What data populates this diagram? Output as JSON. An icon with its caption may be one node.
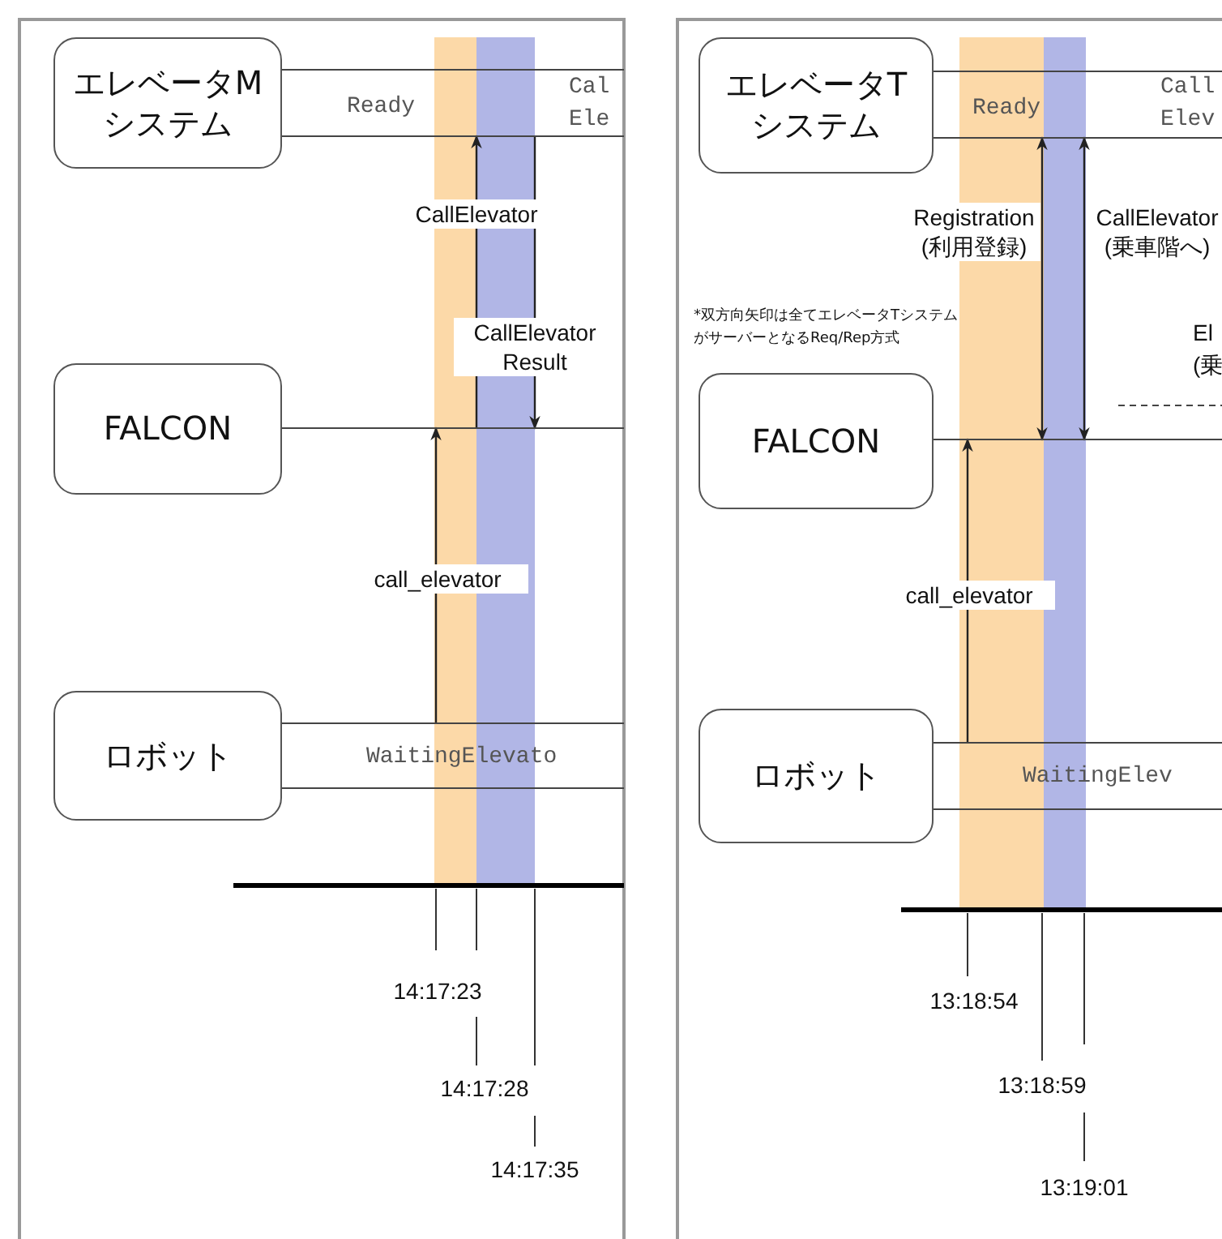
{
  "diagram": {
    "nodes": [
      {
        "text": [
          "エレベータM システム"
        ]
      },
      {
        "text": [
          "FALCON"
        ]
      },
      {
        "text": [
          "ロボット"
        ]
      },
      {
        "text": [
          "エレベータT システム"
        ]
      },
      {
        "text": [
          "FALCON"
        ]
      },
      {
        "text": [
          "ロボット"
        ]
      }
    ],
    "edges": [
      {
        "from": 2,
        "to": 1,
        "arrow": "to",
        "label": "call_elevator"
      },
      {
        "from": 1,
        "to": 0,
        "arrow": "to",
        "label": "CallElevator"
      },
      {
        "from": 0,
        "to": 1,
        "arrow": "to",
        "label": "CallElevator Result"
      },
      {
        "from": 5,
        "to": 4,
        "arrow": "to",
        "label": "call_elevator"
      },
      {
        "from": 4,
        "to": 3,
        "arrow": "both",
        "label": "Registration (利用登録)"
      },
      {
        "from": 4,
        "to": 3,
        "arrow": "both",
        "label": "CallElevator (乗車階へ)"
      }
    ],
    "labels": [
      "Ready",
      "Cal Ele",
      "WaitingElevato",
      "14:17:23",
      "14:17:28",
      "14:17:35",
      "Ready",
      "Call Elev",
      "*双方向矢印は全てエレベータTシステムがサーバーとなるReq/Rep方式",
      "El (乗",
      "WaitingElev",
      "13:18:54",
      "13:18:59",
      "13:19:01"
    ]
  }
}
